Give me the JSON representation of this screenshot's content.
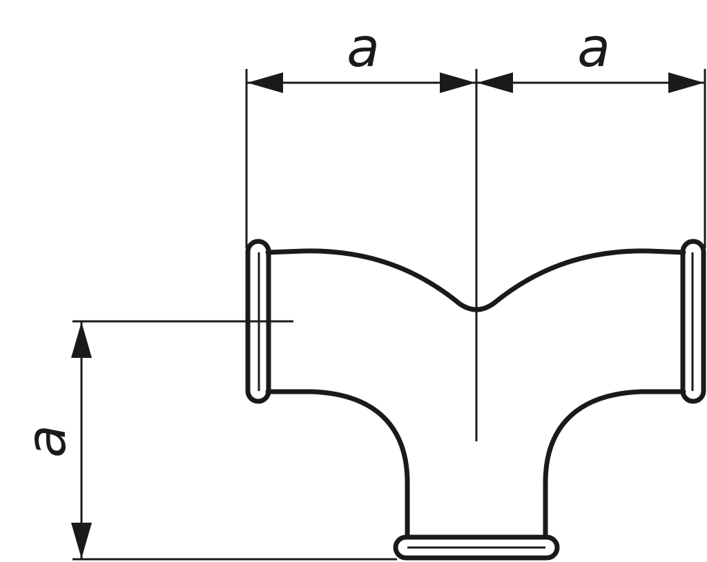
{
  "diagram": {
    "labels": {
      "top_left": "a",
      "top_right": "a",
      "left_vertical": "a"
    }
  }
}
